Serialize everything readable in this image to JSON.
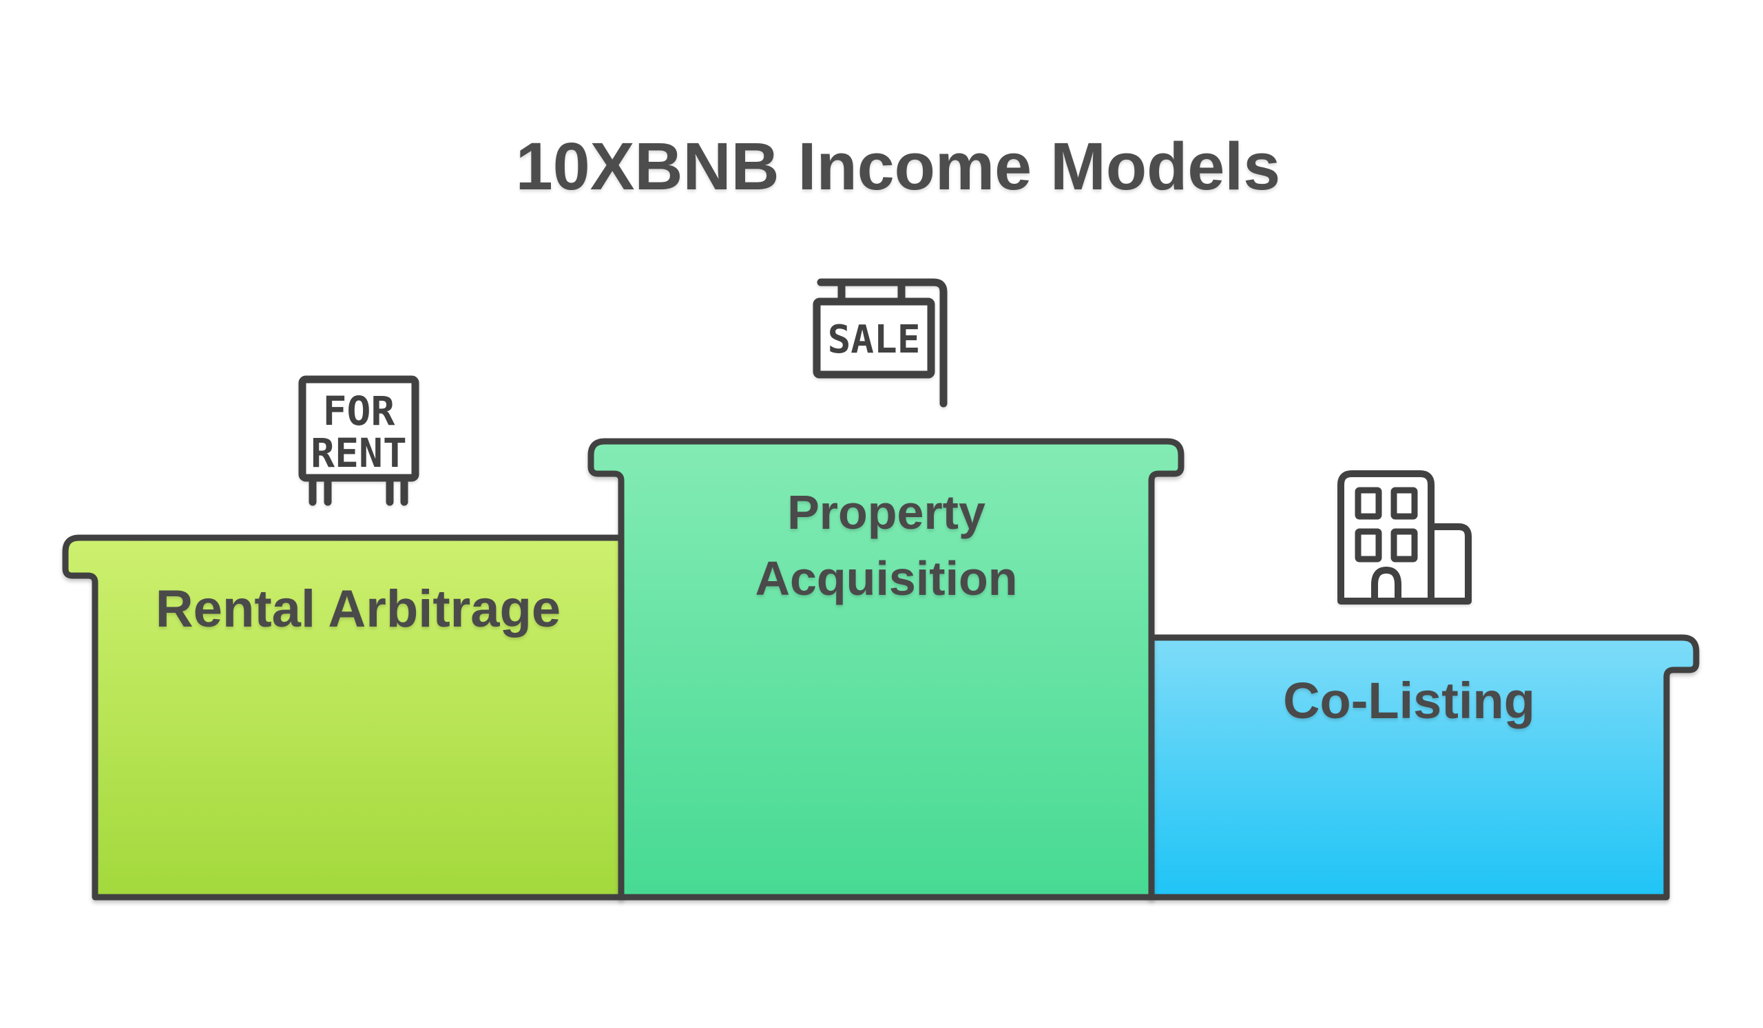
{
  "title": "10XBNB Income Models",
  "podium": {
    "blocks": [
      {
        "id": "rental-arbitrage",
        "label": "Rental Arbitrage",
        "height_rank": "medium"
      },
      {
        "id": "property-acquisition",
        "label": "Property Acquisition",
        "height_rank": "tallest"
      },
      {
        "id": "co-listing",
        "label": "Co-Listing",
        "height_rank": "shortest"
      }
    ]
  },
  "icons": {
    "for_rent_sign": {
      "name": "for-rent-yard-sign",
      "line1": "FOR",
      "line2": "RENT"
    },
    "sale_sign": {
      "name": "sale-hanging-sign",
      "label": "SALE"
    },
    "building": {
      "name": "office-building"
    }
  },
  "colors": {
    "background": "#ffffff",
    "outline": "#414141",
    "title_text": "#4d4d4d",
    "label_text": "#4a4a4a",
    "rental_top": "#cdf06f",
    "rental_bottom": "#a3d93c",
    "acquisition_top": "#83ebb4",
    "acquisition_bottom": "#47da93",
    "colisting_top": "#7edcf8",
    "colisting_bottom": "#1fc4f6"
  }
}
